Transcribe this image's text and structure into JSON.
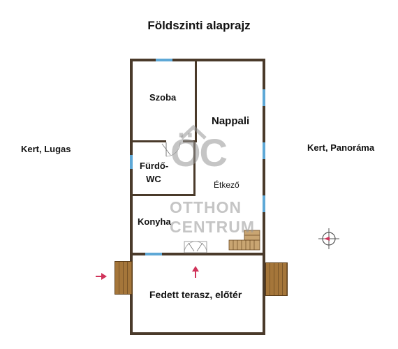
{
  "title": "Földszinti alaprajz",
  "labels": {
    "garden_left": "Kert, Lugas",
    "garden_right": "Kert, Panoráma"
  },
  "rooms": {
    "szoba": "Szoba",
    "nappali": "Nappali",
    "furdo_line1": "Fürdő-",
    "furdo_line2": "WC",
    "etkezo": "Étkező",
    "konyha": "Konyha",
    "terasz": "Fedett terasz, előtér"
  },
  "watermark": {
    "monogram": "ÖC",
    "line1": "OTTHON",
    "line2": "CENTRUM"
  },
  "colors": {
    "wall": "#4a3a2a",
    "window": "#5ea8d6",
    "deck": "#a5763a",
    "arrow": "#d0335a"
  },
  "icons": {
    "entrance_arrows": "arrow-icon",
    "compass": "compass-icon"
  }
}
